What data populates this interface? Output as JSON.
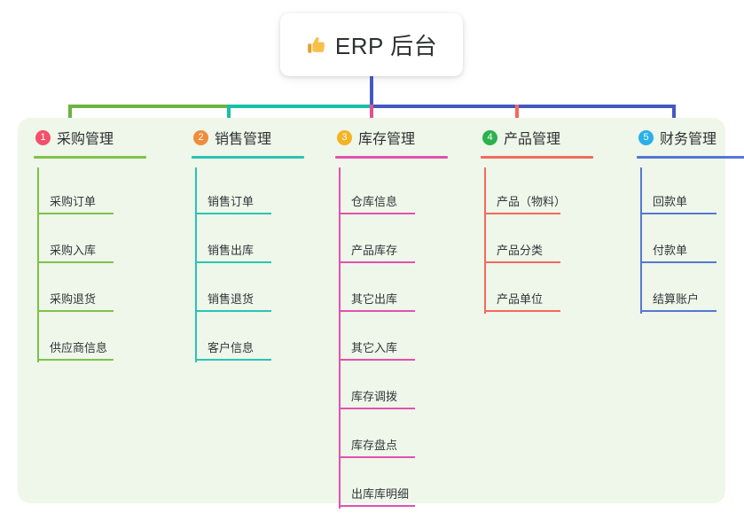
{
  "root": {
    "icon": "thumbs-up-icon",
    "title": "ERP 后台"
  },
  "colors": {
    "panel_bg": "#eef7e9",
    "page_bg": "#ffffff",
    "trunk": "#4558bf",
    "bus_left": "#6cb33f",
    "bus_mid": "#16bfa6",
    "bus_right": "#4558bf",
    "text": "#2f3033"
  },
  "columns": [
    {
      "index": "1",
      "badge_color": "#f2506a",
      "line_color": "#7ec24a",
      "drop_color": "#6cb33f",
      "label": "采购管理",
      "items": [
        "采购订单",
        "采购入库",
        "采购退货",
        "供应商信息"
      ]
    },
    {
      "index": "2",
      "badge_color": "#f08c3c",
      "line_color": "#2bc4b4",
      "drop_color": "#16bfa6",
      "label": "销售管理",
      "items": [
        "销售订单",
        "销售出库",
        "销售退货",
        "客户信息"
      ]
    },
    {
      "index": "3",
      "badge_color": "#f5b324",
      "line_color": "#e251b0",
      "drop_color": "#ea4e92",
      "label": "库存管理",
      "items": [
        "仓库信息",
        "产品库存",
        "其它出库",
        "其它入库",
        "库存调拨",
        "库存盘点",
        "出库库明细"
      ]
    },
    {
      "index": "4",
      "badge_color": "#2bb24c",
      "line_color": "#f4695f",
      "drop_color": "#f4695f",
      "label": "产品管理",
      "items": [
        "产品（物料）",
        "产品分类",
        "产品单位"
      ]
    },
    {
      "index": "5",
      "badge_color": "#29b0e8",
      "line_color": "#5577d4",
      "drop_color": "#4558bf",
      "label": "财务管理",
      "items": [
        "回款单",
        "付款单",
        "结算账户"
      ]
    }
  ]
}
